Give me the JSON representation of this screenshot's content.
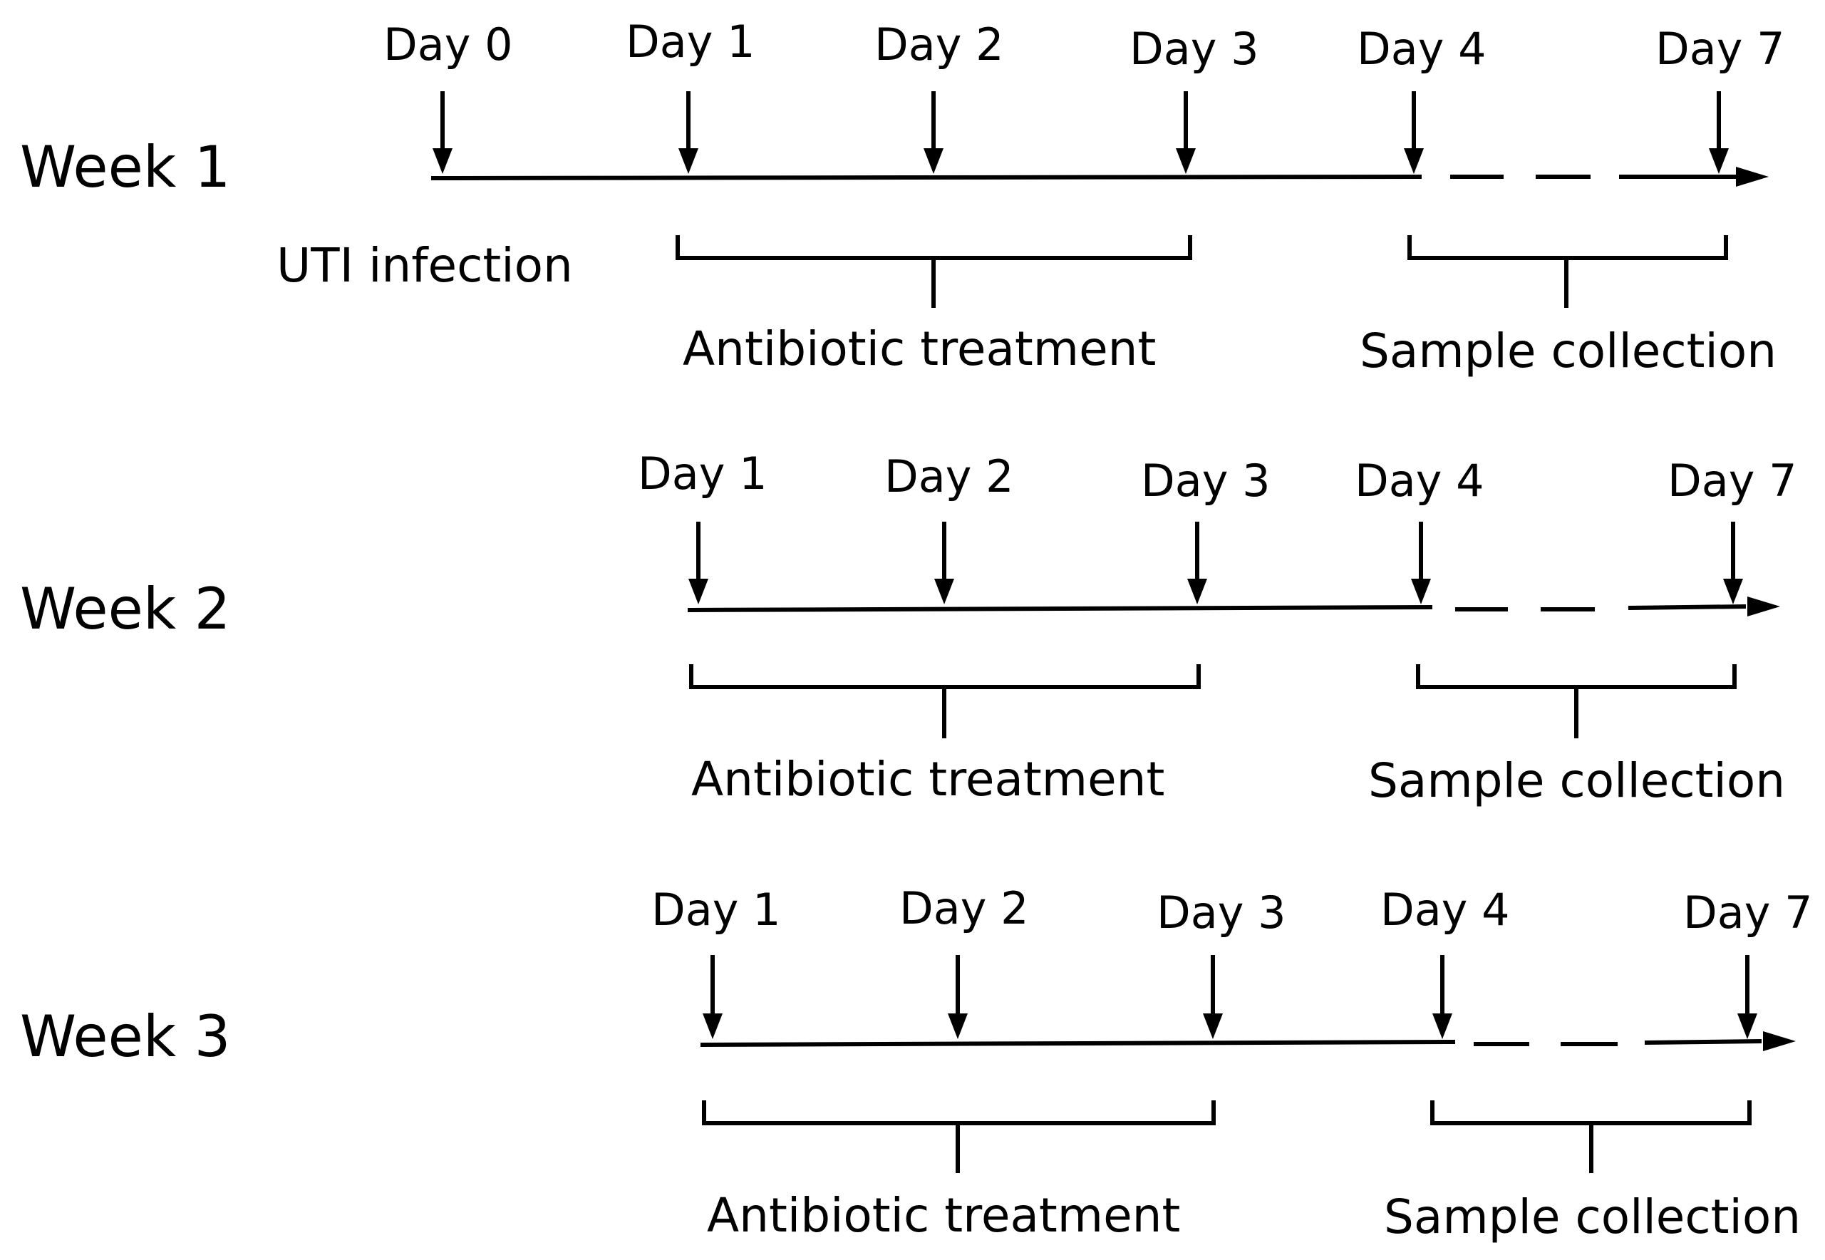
{
  "colors": {
    "ink": "#000000",
    "background": "#ffffff"
  },
  "first_week_note": "UTI infection",
  "weeks": [
    {
      "label": "Week 1",
      "days": [
        "Day 0",
        "Day 1",
        "Day 2",
        "Day 3",
        "Day 4",
        "Day 7"
      ],
      "brackets": [
        "Antibiotic treatment",
        "Sample collection"
      ]
    },
    {
      "label": "Week 2",
      "days": [
        "Day 1",
        "Day 2",
        "Day 3",
        "Day 4",
        "Day 7"
      ],
      "brackets": [
        "Antibiotic treatment",
        "Sample collection"
      ]
    },
    {
      "label": "Week 3",
      "days": [
        "Day 1",
        "Day 2",
        "Day 3",
        "Day 4",
        "Day 7"
      ],
      "brackets": [
        "Antibiotic treatment",
        "Sample collection"
      ]
    }
  ]
}
